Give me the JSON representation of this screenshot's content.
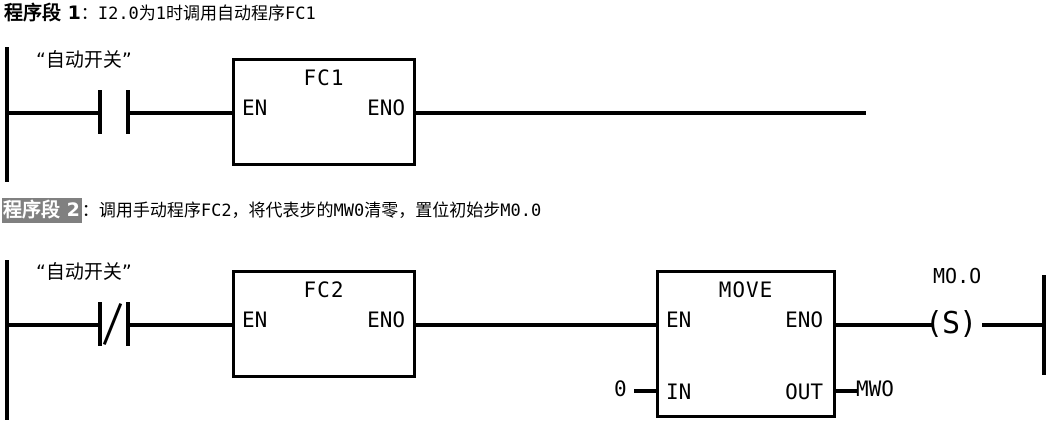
{
  "networks": [
    {
      "title_label": "程序段 1",
      "title_rest": "：I2.0为1时调用自动程序FC1",
      "highlighted": false,
      "contact": {
        "type": "normally-open",
        "label": "“自动开关”"
      },
      "blocks": [
        {
          "name": "FC1",
          "en": "EN",
          "eno": "ENO"
        }
      ]
    },
    {
      "title_label": "程序段 2",
      "title_rest": "：调用手动程序FC2，将代表步的MW0清零，置位初始步M0.0",
      "highlighted": true,
      "contact": {
        "type": "normally-closed",
        "label": "“自动开关”"
      },
      "blocks": [
        {
          "name": "FC2",
          "en": "EN",
          "eno": "ENO"
        },
        {
          "name": "MOVE",
          "en": "EN",
          "eno": "ENO",
          "in": "IN",
          "out": "OUT",
          "in_value": "0",
          "out_value": "MWO"
        }
      ],
      "coil": {
        "symbol": "(S)",
        "label": "MO.O"
      }
    }
  ],
  "colors": {
    "line": "#000000",
    "background": "#ffffff",
    "highlight": "#808080"
  }
}
